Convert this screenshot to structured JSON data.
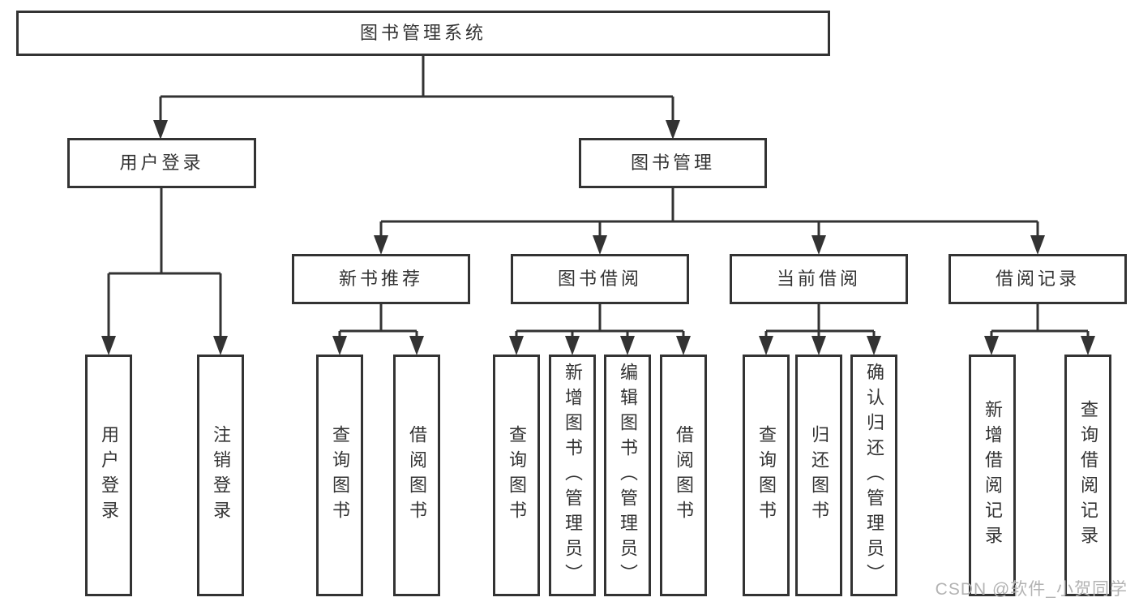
{
  "colors": {
    "line": "#333333",
    "box_border": "#333333",
    "box_fill": "#ffffff",
    "text": "#333333",
    "watermark": "#b3b3b3",
    "background": "#ffffff"
  },
  "tree": {
    "root": {
      "label": "图书管理系统",
      "children": [
        {
          "label": "用户登录",
          "children": [
            {
              "label": "用户登录"
            },
            {
              "label": "注销登录"
            }
          ]
        },
        {
          "label": "图书管理",
          "children": [
            {
              "label": "新书推荐",
              "children": [
                {
                  "label": "查询图书"
                },
                {
                  "label": "借阅图书"
                }
              ]
            },
            {
              "label": "图书借阅",
              "children": [
                {
                  "label": "查询图书"
                },
                {
                  "label": "新增图书（管理员）"
                },
                {
                  "label": "编辑图书（管理员）"
                },
                {
                  "label": "借阅图书"
                }
              ]
            },
            {
              "label": "当前借阅",
              "children": [
                {
                  "label": "查询图书"
                },
                {
                  "label": "归还图书"
                },
                {
                  "label": "确认归还（管理员）"
                }
              ]
            },
            {
              "label": "借阅记录",
              "children": [
                {
                  "label": "新增借阅记录"
                },
                {
                  "label": "查询借阅记录"
                }
              ]
            }
          ]
        }
      ]
    }
  },
  "watermark": {
    "text": "CSDN @软件_小贺同学"
  }
}
